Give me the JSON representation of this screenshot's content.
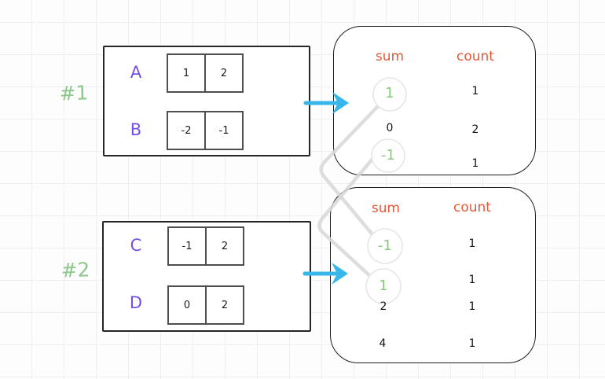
{
  "groups": [
    {
      "label": "#1",
      "rows": [
        {
          "name": "A",
          "cells": [
            "1",
            "2"
          ]
        },
        {
          "name": "B",
          "cells": [
            "-2",
            "-1"
          ]
        }
      ],
      "table": {
        "headers": {
          "sum": "sum",
          "count": "count"
        },
        "rows": [
          {
            "sum": "1",
            "count": "1",
            "highlighted": true
          },
          {
            "sum": "0",
            "count": "2",
            "highlighted": false
          },
          {
            "sum": "-1",
            "count": "1",
            "highlighted": true
          }
        ]
      }
    },
    {
      "label": "#2",
      "rows": [
        {
          "name": "C",
          "cells": [
            "-1",
            "2"
          ]
        },
        {
          "name": "D",
          "cells": [
            "0",
            "2"
          ]
        }
      ],
      "table": {
        "headers": {
          "sum": "sum",
          "count": "count"
        },
        "rows": [
          {
            "sum": "-1",
            "count": "1",
            "highlighted": true
          },
          {
            "sum": "1",
            "count": "1",
            "highlighted": true
          },
          {
            "sum": "2",
            "count": "1",
            "highlighted": false
          },
          {
            "sum": "4",
            "count": "1",
            "highlighted": false
          }
        ]
      }
    }
  ],
  "connections": [
    {
      "from": "group1 sum 1",
      "to": "group2 sum -1"
    },
    {
      "from": "group1 sum -1",
      "to": "group2 sum 1"
    }
  ],
  "colors": {
    "group_label_green": "#8cc88c",
    "row_letter_purple": "#7450e0",
    "header_orange": "#e4593a",
    "highlight_green": "#8bc87f",
    "arrow_cyan": "#38b6e9",
    "connector_gray": "#d7d7d7",
    "grid_line": "#efefef"
  }
}
